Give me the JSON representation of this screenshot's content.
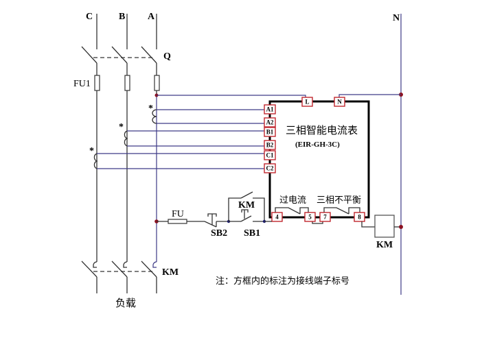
{
  "diagram": {
    "title": "三相智能电流表接线图",
    "phases": {
      "c": "C",
      "b": "B",
      "a": "A",
      "n": "N"
    },
    "components": {
      "main_switch": "Q",
      "fuse_main": "FU1",
      "fuse_control": "FU",
      "stop_button": "SB2",
      "start_button": "SB1",
      "contactor_aux": "KM",
      "contactor_coil": "KM",
      "contactor_main": "KM",
      "ct_marker": "*"
    },
    "meter": {
      "name": "三相智能电流表",
      "model": "(EIR-GH-3C)",
      "power_terminals": [
        "L",
        "N"
      ],
      "current_terminals": [
        "A1",
        "A2",
        "B1",
        "B2",
        "C1",
        "C2"
      ],
      "output_terminals": [
        "4",
        "5",
        "7",
        "8"
      ],
      "relay_labels": {
        "overcurrent": "过电流",
        "unbalance": "三相不平衡"
      }
    },
    "load_label": "负载",
    "note": "注：方框内的标注为接线端子标号",
    "colors": {
      "terminal_border": "#c0262e",
      "wire_blue": "#3d3a86",
      "node": "#8b1020"
    }
  }
}
